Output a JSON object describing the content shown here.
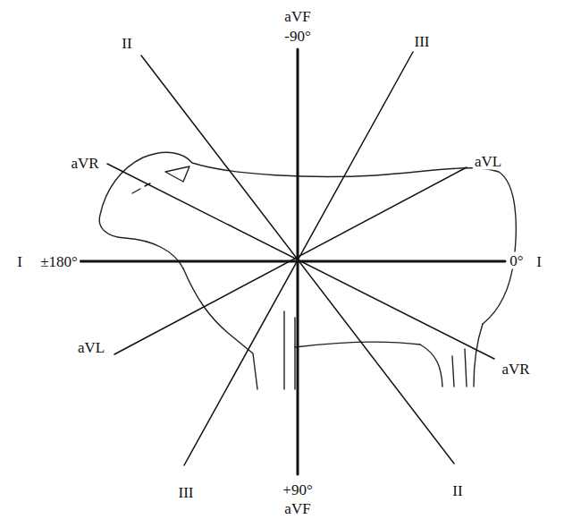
{
  "diagram": {
    "labels": [
      "aVF",
      "-90°",
      "II",
      "III",
      "aVR",
      "aVL",
      "I",
      "±180°",
      "0°",
      "I",
      "aVL",
      "aVR",
      "III",
      "II",
      "+90°",
      "aVF"
    ]
  }
}
